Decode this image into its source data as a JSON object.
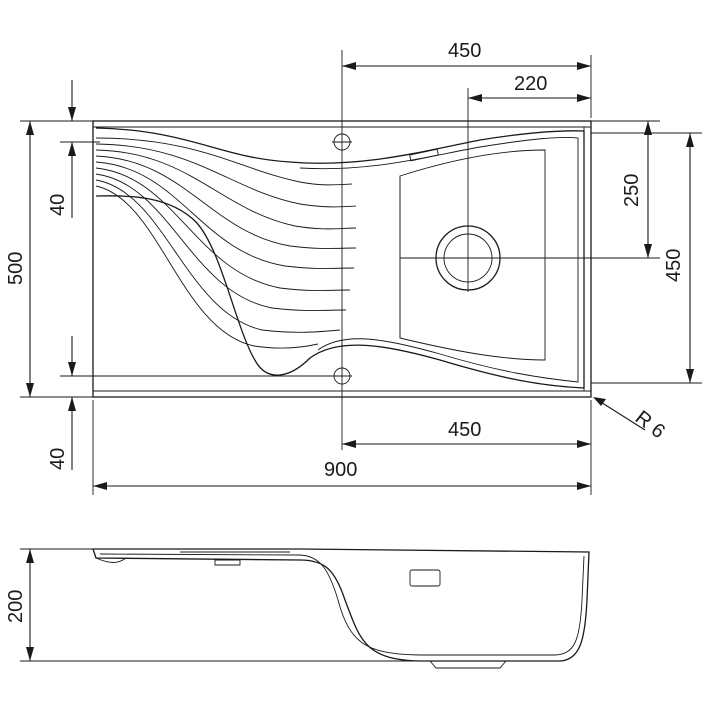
{
  "drawing": {
    "subject": "sink",
    "colors": {
      "line": "#1a1a1a",
      "background": "#ffffff"
    },
    "plan_view": {
      "dimensions": {
        "top_outer": "450",
        "top_inner": "220",
        "right_inner": "250",
        "right_outer": "450",
        "left_overall": "500",
        "left_top_offset": "40",
        "left_bottom_offset": "40",
        "bottom_inner": "450",
        "bottom_overall": "900",
        "corner_radius": "R 6"
      }
    },
    "side_view": {
      "dimensions": {
        "height": "200"
      }
    }
  }
}
